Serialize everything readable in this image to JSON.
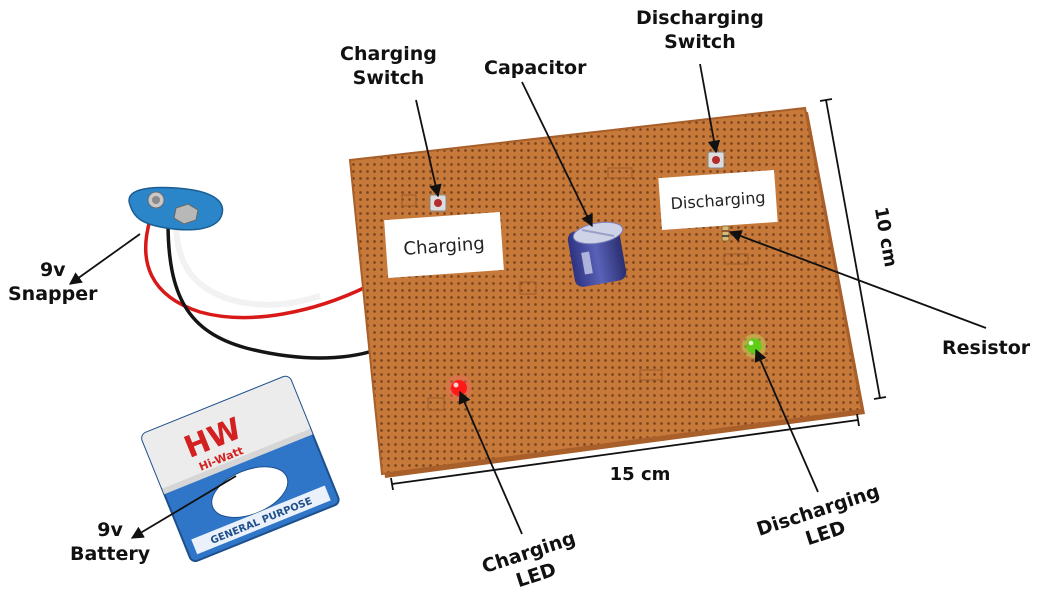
{
  "colors": {
    "board": "#c7793a",
    "board_dark": "#a85f2a",
    "hole": "#7a4420",
    "label_bg": "#ffffff",
    "battery_body": "#2f76c9",
    "battery_top": "#ececec",
    "battery_logo": "#d32020",
    "capacitor": "#3a3f8f",
    "led_red": "#ff1a1a",
    "led_green": "#5fcc18",
    "snapper": "#2b86c9",
    "wire_red": "#d91818",
    "wire_black": "#151515",
    "wire_white": "#f2f2f2"
  },
  "board_labels": {
    "charging": "Charging",
    "discharging": "Discharging"
  },
  "battery_print": {
    "brand_logo": "HW",
    "brand_name": "Hi-Watt",
    "band_text": "GENERAL PURPOSE"
  },
  "callouts": {
    "charging_switch": [
      "Charging",
      "Switch"
    ],
    "capacitor": [
      "Capacitor"
    ],
    "discharging_switch": [
      "Discharging",
      "Switch"
    ],
    "snapper": [
      "9v",
      "Snapper"
    ],
    "resistor": [
      "Resistor"
    ],
    "battery": [
      "9v",
      "Battery"
    ],
    "charging_led": [
      "Charging",
      "LED"
    ],
    "discharging_led": [
      "Discharging",
      "LED"
    ]
  },
  "dimensions": {
    "width": "15 cm",
    "height": "10 cm"
  },
  "icons": [
    "9v-battery-icon",
    "battery-snapper-icon",
    "capacitor-icon",
    "push-switch-icon",
    "led-icon",
    "resistor-icon"
  ]
}
